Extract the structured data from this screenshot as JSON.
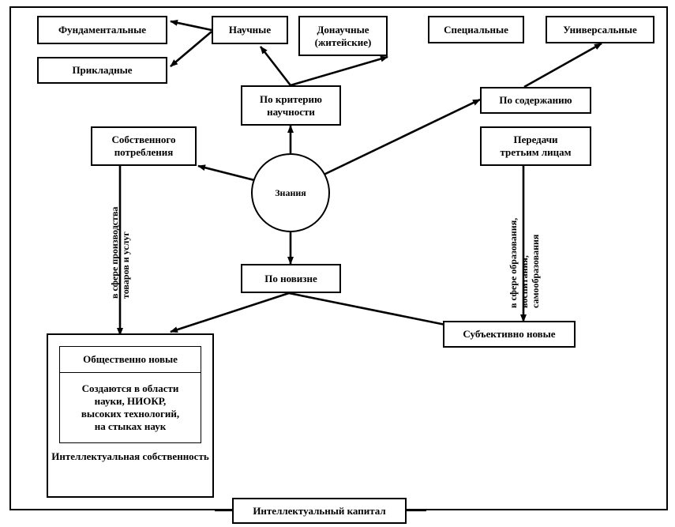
{
  "diagram": {
    "title_bottom": "Интеллектуальный капитал",
    "center": {
      "label": "Знания"
    },
    "nodes": {
      "fundamentalnye": "Фундаментальные",
      "prikladnye": "Прикладные",
      "nauchnye": "Научные",
      "donauchnye": "Донаучные\n(житейские)",
      "donauchnye_line1": "Донаучные",
      "donauchnye_line2": "(житейские)",
      "specialnye": "Специальные",
      "universalnye": "Универсальные",
      "po_kriteriyu_nauchnosti_line1": "По критерию",
      "po_kriteriyu_nauchnosti_line2": "научности",
      "po_soderzhaniyu": "По содержанию",
      "sobstvennogo_potrebleniya_line1": "Собственного",
      "sobstvennogo_potrebleniya_line2": "потребления",
      "peredachi_tretim_licam_line1": "Передачи",
      "peredachi_tretim_licam_line2": "третьим лицам",
      "po_novizne": "По новизне",
      "subektivno_novye": "Субъективно новые",
      "obshchestvenno_novye": "Общественно новые",
      "sozdayutsya_line1": "Создаются в области",
      "sozdayutsya_line2": "науки, НИОКР,",
      "sozdayutsya_line3": "высоких технологий,",
      "sozdayutsya_line4": "на стыках наук",
      "intellektualnaya_sobstvennost_line1": "Интеллектуальная",
      "intellektualnaya_sobstvennost_line2": "собственность"
    },
    "edge_labels": {
      "left_vertical_line1": "в сфере производства",
      "left_vertical_line2": "товаров и услуг",
      "right_vertical_line1": "в сфере образования,",
      "right_vertical_line2": "воспитания,",
      "right_vertical_line3": "самообразования"
    },
    "colors": {
      "stroke": "#000000",
      "background": "#ffffff",
      "text": "#000000"
    }
  }
}
